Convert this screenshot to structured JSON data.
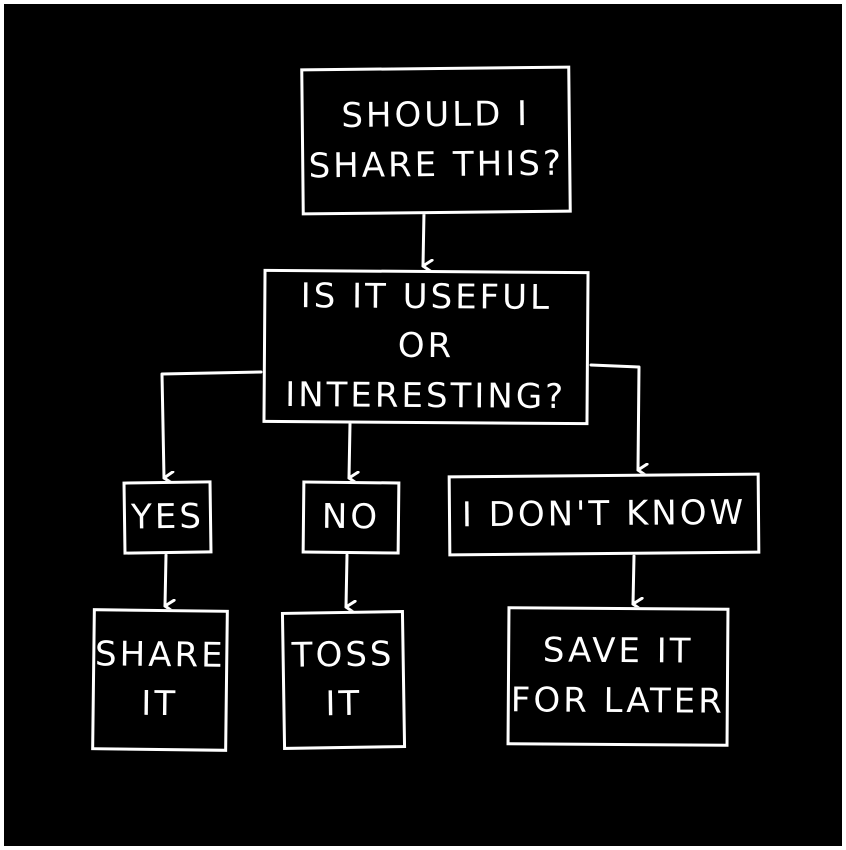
{
  "diagram": {
    "root": {
      "text": "SHOULD I\nSHARE THIS?"
    },
    "question": {
      "text": "IS IT USEFUL OR\nINTERESTING?"
    },
    "answers": [
      {
        "text": "YES",
        "outcome": "SHARE\nIT"
      },
      {
        "text": "NO",
        "outcome": "TOSS\nIT"
      },
      {
        "text": "I DON'T KNOW",
        "outcome": "SAVE IT\nFOR LATER"
      }
    ]
  },
  "colors": {
    "background": "#000000",
    "ink": "#ffffff",
    "frame": "#ffffff"
  }
}
